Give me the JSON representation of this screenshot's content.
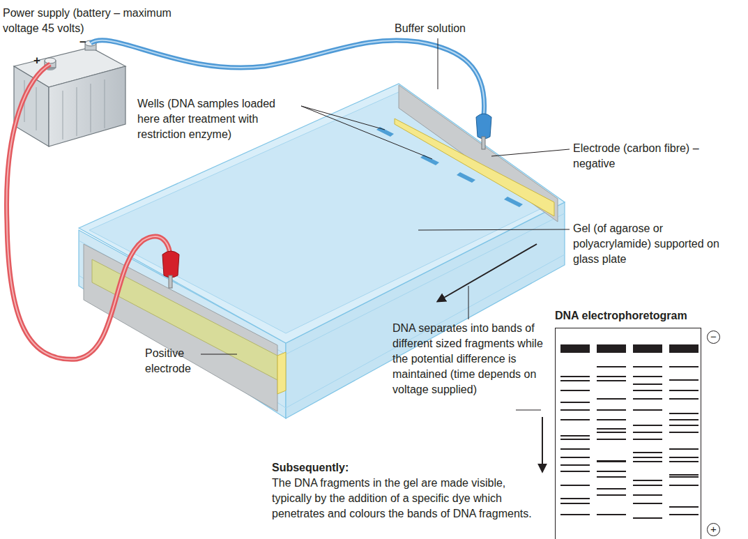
{
  "diagram": {
    "nodes": [
      {
        "text": [
          "DNA electrophoretogram"
        ]
      }
    ],
    "labels": [
      "Power supply (battery – maximum voltage 45 volts)",
      "+",
      "−",
      "Buffer solution",
      "Wells (DNA samples loaded here after treatment with restriction enzyme)",
      "Electrode (carbon fibre) – negative",
      "Gel (of agarose or polyacrylamide) supported on glass plate",
      "Positive electrode",
      "DNA separates into bands of different sized fragments while the potential difference is maintained (time depends on voltage supplied)",
      "Subsequently:",
      "The DNA fragments in the gel are made visible, typically by the addition of a specific dye which penetrates and colours the bands of DNA fragments.",
      "−",
      "+"
    ]
  }
}
